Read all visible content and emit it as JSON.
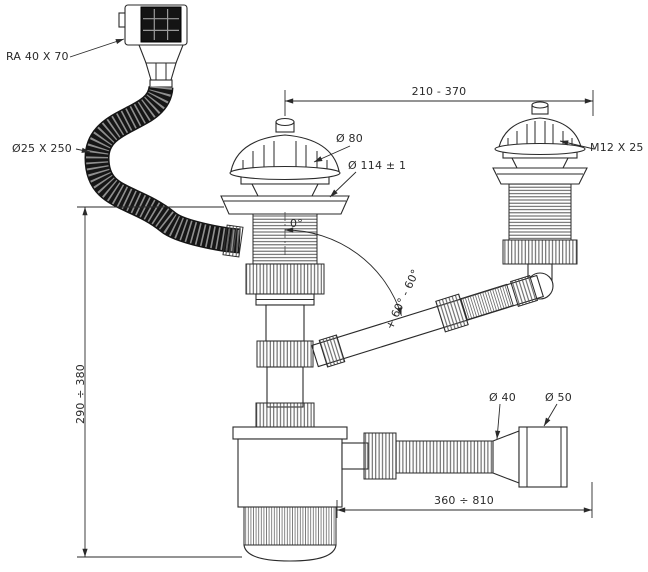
{
  "colors": {
    "line": "#2a2a2a",
    "hose": "#161616",
    "bg": "#ffffff"
  },
  "labels": {
    "overflow_size": "RA 40 X 70",
    "hose_size": "Ø25 X 250",
    "center_span": "210 - 370",
    "cap_diameter": "Ø 80",
    "flange_diameter": "Ø 114 ± 1",
    "screw_size": "M12 X 25",
    "zero_angle": "0°",
    "swivel_range": "+ 60°  - 60°",
    "height_range": "290 ÷ 380",
    "length_range": "360 ÷ 810",
    "outlet_small": "Ø 40",
    "outlet_large": "Ø 50"
  }
}
